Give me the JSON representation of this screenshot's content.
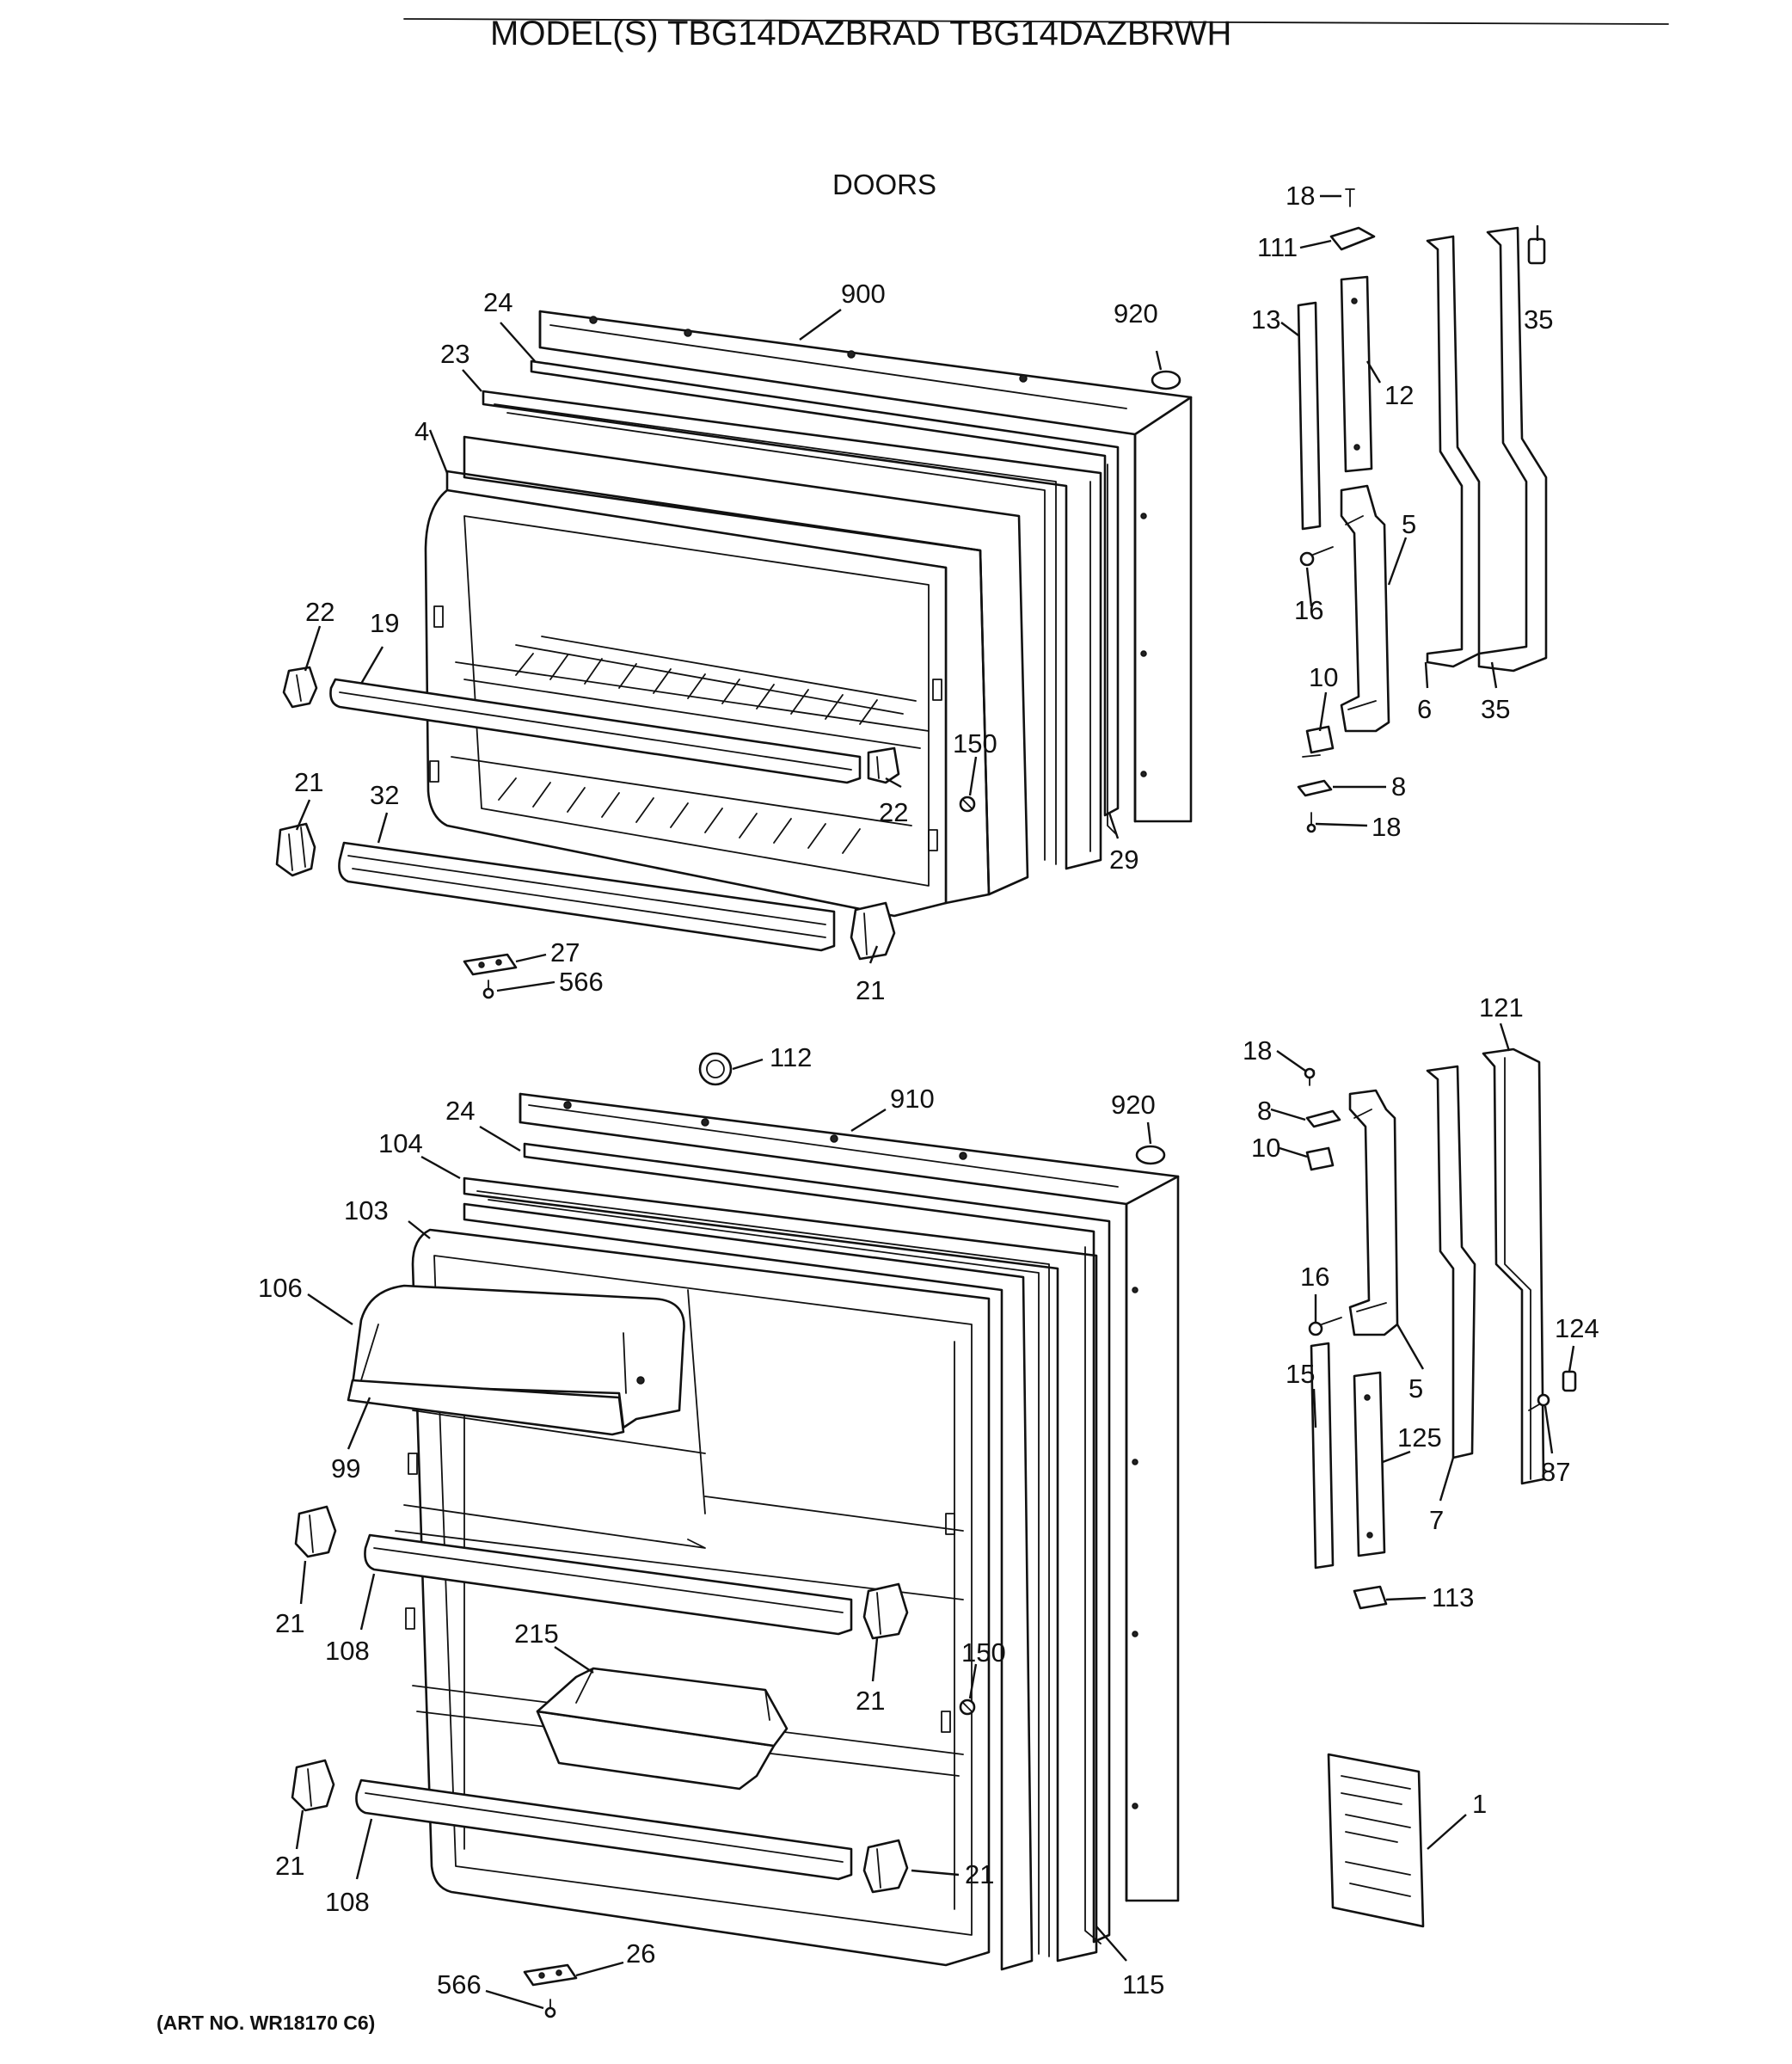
{
  "header": {
    "model_line": "MODEL(S) TBG14DAZBRAD  TBG14DAZBRWH",
    "section_title": "DOORS",
    "art_number": "(ART NO. WR18170 C6)"
  },
  "freezer_door_labels": {
    "p18": "18",
    "p111": "111",
    "p35a": "35",
    "p13": "13",
    "p12": "12",
    "p900": "900",
    "p920": "920",
    "p24": "24",
    "p23": "23",
    "p4": "4",
    "p5": "5",
    "p16": "16",
    "p10": "10",
    "p6": "6",
    "p35b": "35",
    "p22a": "22",
    "p19": "19",
    "p150": "150",
    "p22b": "22",
    "p8": "8",
    "p18b": "18",
    "p21a": "21",
    "p32": "32",
    "p29": "29",
    "p27": "27",
    "p566": "566",
    "p21b": "21"
  },
  "fresh_food_door_labels": {
    "p121": "121",
    "p112": "112",
    "p18": "18",
    "p910": "910",
    "p920": "920",
    "p24": "24",
    "p8": "8",
    "p10": "10",
    "p104": "104",
    "p103": "103",
    "p106": "106",
    "p16": "16",
    "p124": "124",
    "p5": "5",
    "p15": "15",
    "p125": "125",
    "p99": "99",
    "p87": "87",
    "p7": "7",
    "p113": "113",
    "p21a": "21",
    "p108a": "108",
    "p215": "215",
    "p150": "150",
    "p21b": "21",
    "p1": "1",
    "p21c": "21",
    "p108b": "108",
    "p21d": "21",
    "p26": "26",
    "p115": "115",
    "p566": "566"
  }
}
